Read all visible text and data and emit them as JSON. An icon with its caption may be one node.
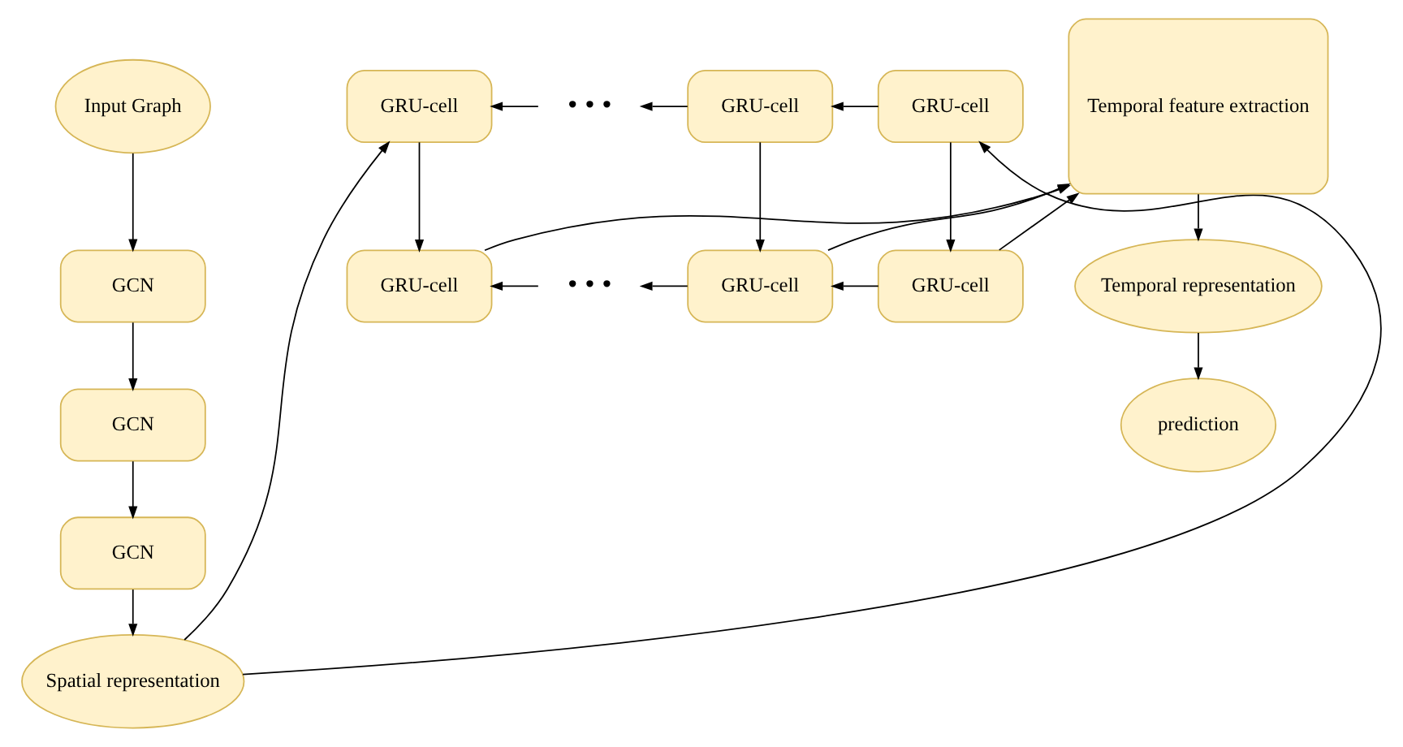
{
  "diagram": {
    "nodes": [
      {
        "text": [
          "Input Graph"
        ]
      },
      {
        "text": [
          "GCN"
        ]
      },
      {
        "text": [
          "GCN"
        ]
      },
      {
        "text": [
          "GCN"
        ]
      },
      {
        "text": [
          "Spatial representation"
        ]
      },
      {
        "text": [
          "GRU-cell"
        ]
      },
      {
        "text": [
          "• • •"
        ]
      },
      {
        "text": [
          "GRU-cell"
        ]
      },
      {
        "text": [
          "GRU-cell"
        ]
      },
      {
        "text": [
          "GRU-cell"
        ]
      },
      {
        "text": [
          "• • •"
        ]
      },
      {
        "text": [
          "GRU-cell"
        ]
      },
      {
        "text": [
          "GRU-cell"
        ]
      },
      {
        "text": [
          "Temporal feature extraction"
        ]
      },
      {
        "text": [
          "Temporal representation"
        ]
      },
      {
        "text": [
          "prediction"
        ]
      }
    ],
    "edges": [
      {
        "from": 0,
        "to": 1,
        "arrow": "to"
      },
      {
        "from": 1,
        "to": 2,
        "arrow": "to"
      },
      {
        "from": 2,
        "to": 3,
        "arrow": "to"
      },
      {
        "from": 3,
        "to": 4,
        "arrow": "to"
      },
      {
        "from": 4,
        "to": 5,
        "arrow": "to"
      },
      {
        "from": 4,
        "to": 8,
        "arrow": "to"
      },
      {
        "from": 8,
        "to": 7,
        "arrow": "to"
      },
      {
        "from": 7,
        "to": 6,
        "arrow": "to"
      },
      {
        "from": 6,
        "to": 5,
        "arrow": "to"
      },
      {
        "from": 5,
        "to": 9,
        "arrow": "to"
      },
      {
        "from": 7,
        "to": 11,
        "arrow": "to"
      },
      {
        "from": 8,
        "to": 12,
        "arrow": "to"
      },
      {
        "from": 12,
        "to": 11,
        "arrow": "to"
      },
      {
        "from": 11,
        "to": 10,
        "arrow": "to"
      },
      {
        "from": 10,
        "to": 9,
        "arrow": "to"
      },
      {
        "from": 9,
        "to": 13,
        "arrow": "to"
      },
      {
        "from": 11,
        "to": 13,
        "arrow": "to"
      },
      {
        "from": 12,
        "to": 13,
        "arrow": "to"
      },
      {
        "from": 13,
        "to": 14,
        "arrow": "to"
      },
      {
        "from": 14,
        "to": 15,
        "arrow": "to"
      }
    ]
  }
}
